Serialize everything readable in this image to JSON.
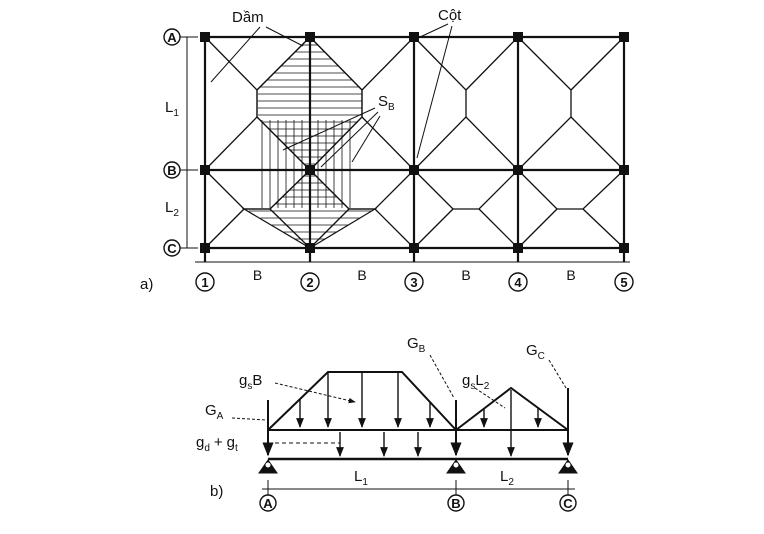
{
  "part_a": {
    "label": "a)",
    "beam_label": "Dầm",
    "column_label": "Cột",
    "slab_label": "S",
    "slab_sub": "B",
    "row_axes": [
      "A",
      "B",
      "C"
    ],
    "col_axes": [
      "1",
      "2",
      "3",
      "4",
      "5"
    ],
    "span_label": "B",
    "span_y_1": "L",
    "span_y_1_sub": "1",
    "span_y_2": "L",
    "span_y_2_sub": "2"
  },
  "part_b": {
    "label": "b)",
    "load_gsB": "g",
    "load_gsB_sub": "s",
    "load_gsB_tail": "B",
    "load_gsL2": "g",
    "load_gsL2_sub": "s",
    "load_gsL2_tail": "L",
    "load_gsL2_tail_sub": "2",
    "GA": "G",
    "GA_sub": "A",
    "GB": "G",
    "GB_sub": "B",
    "GC": "G",
    "GC_sub": "C",
    "gd": "g",
    "gd_sub": "d",
    "plus": "+",
    "gt": "g",
    "gt_sub": "t",
    "L1": "L",
    "L1_sub": "1",
    "L2": "L",
    "L2_sub": "2",
    "supports": [
      "A",
      "B",
      "C"
    ]
  }
}
